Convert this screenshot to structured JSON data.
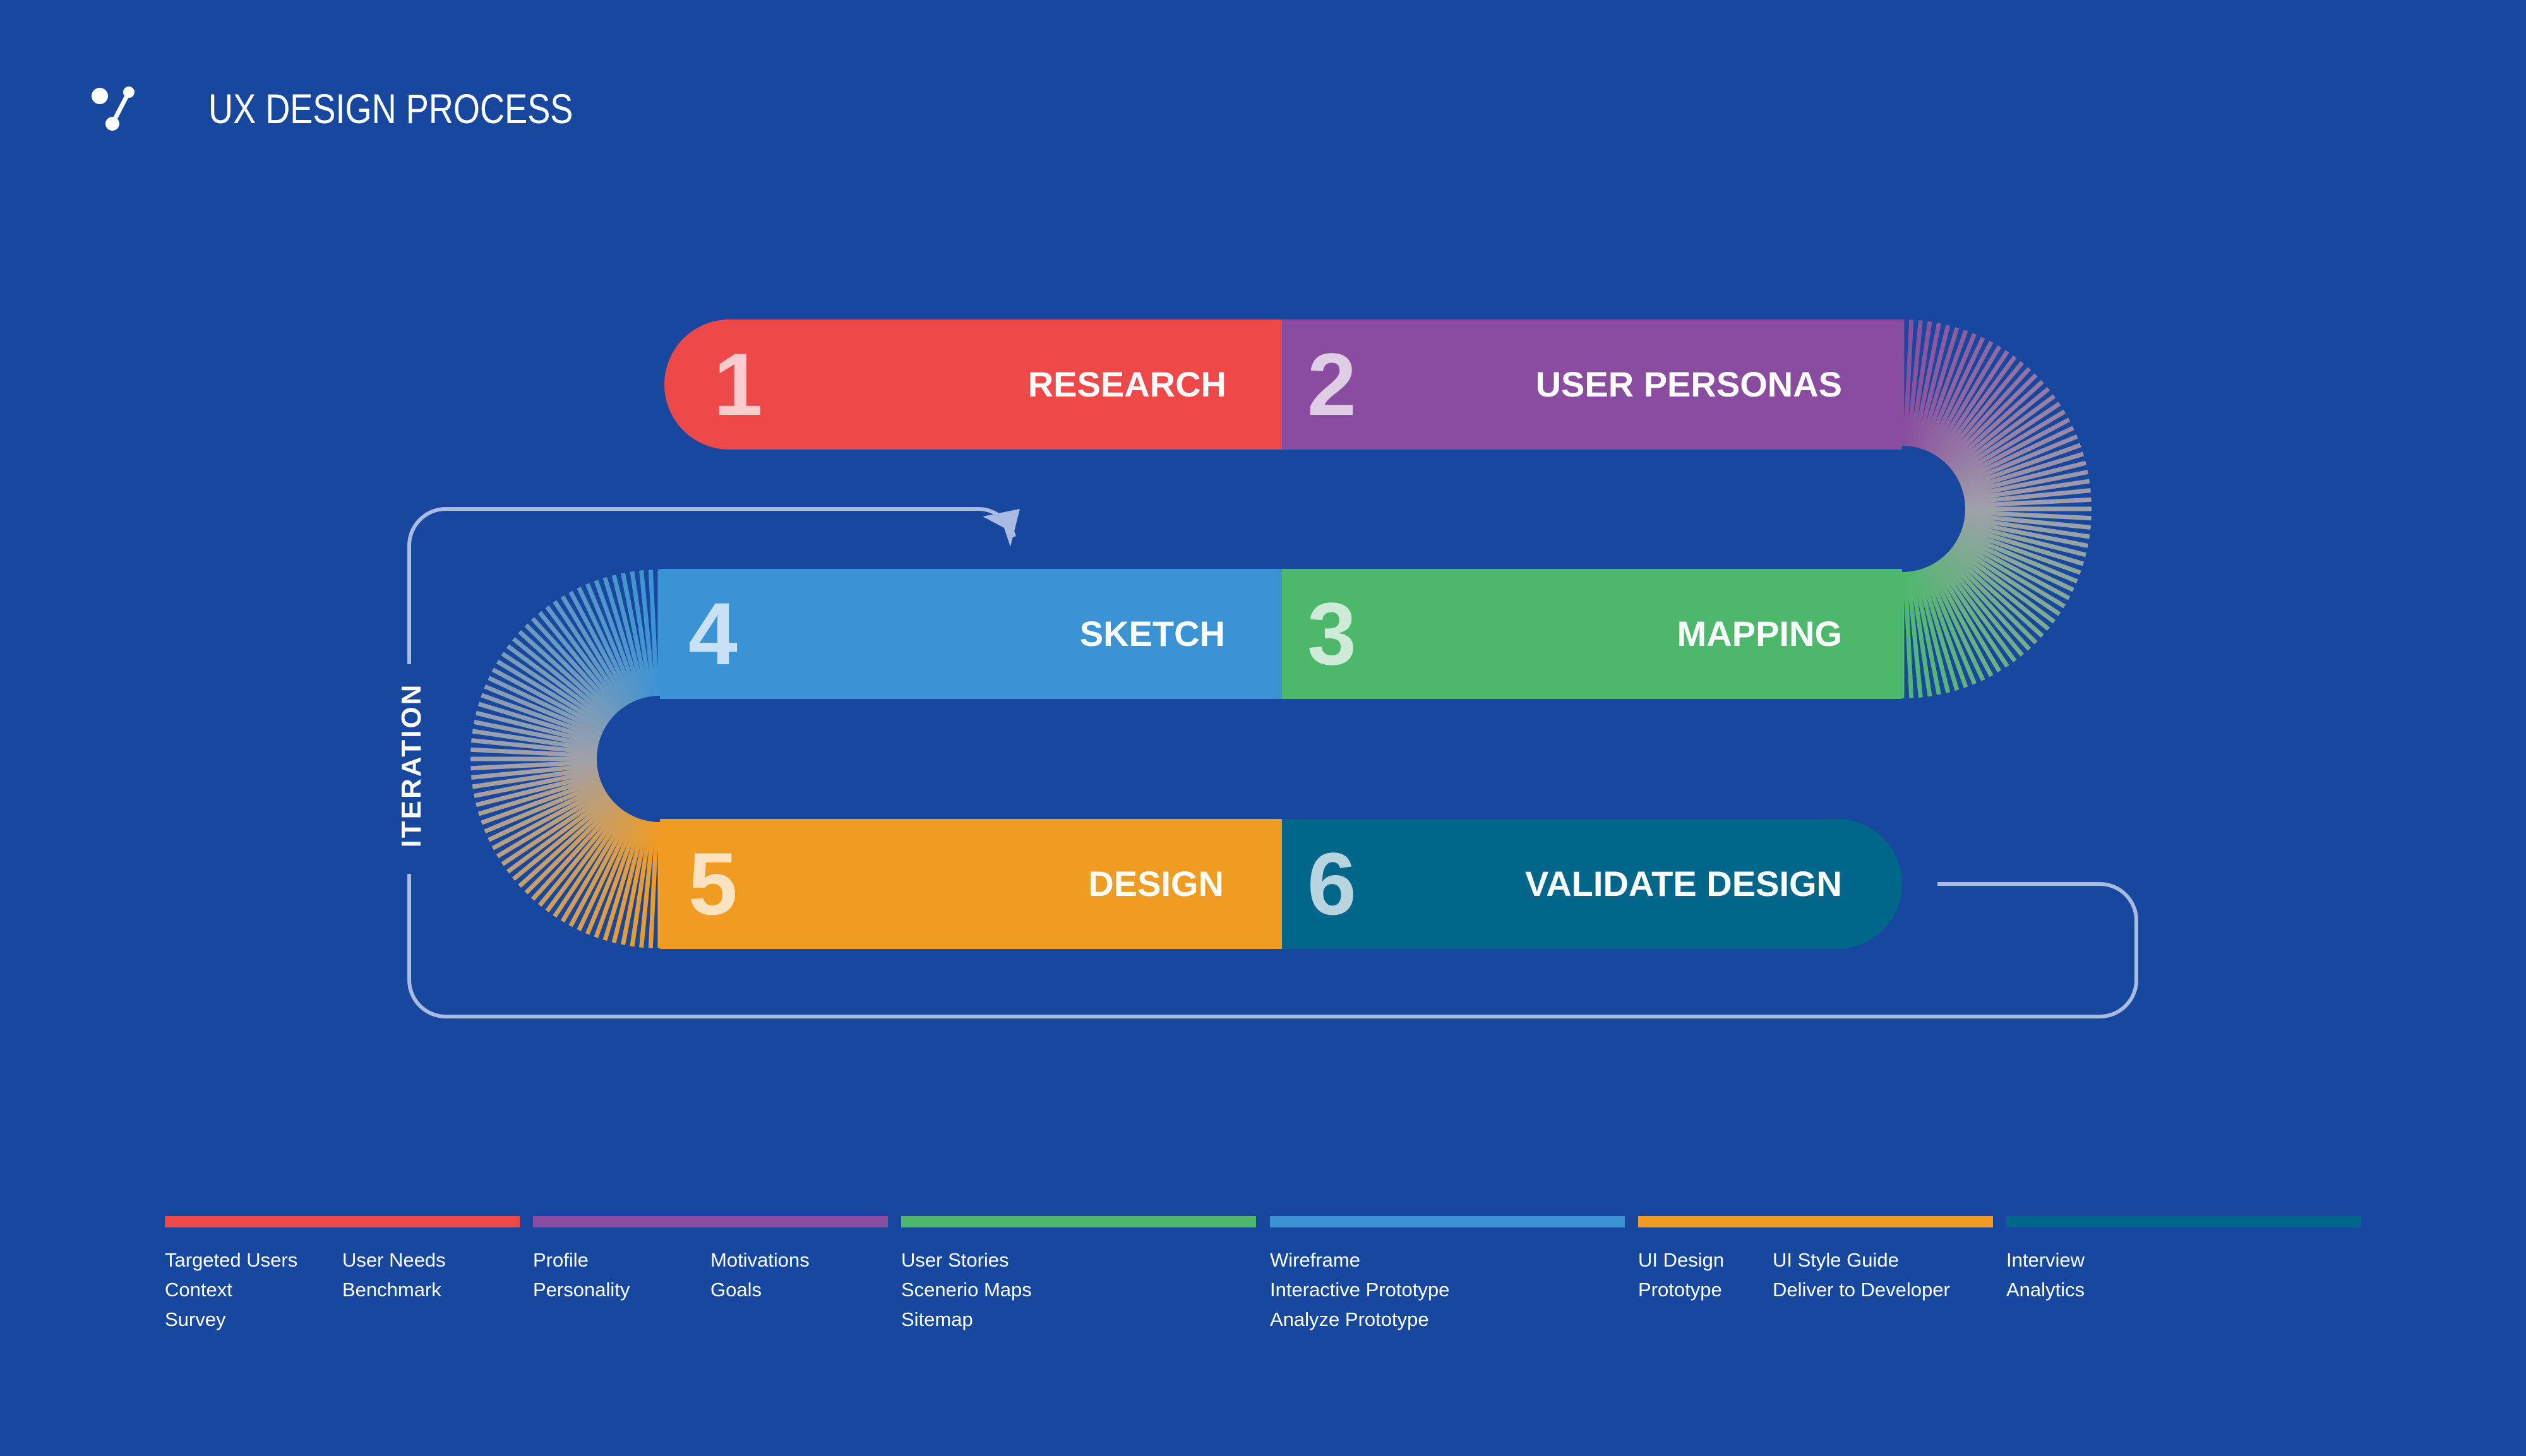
{
  "header": {
    "title": "UX DESIGN PROCESS",
    "logo_icon": "branch-node-icon"
  },
  "steps": [
    {
      "number": "1",
      "label": "RESEARCH",
      "color": "#ef4848"
    },
    {
      "number": "2",
      "label": "USER PERSONAS",
      "color": "#894c9e"
    },
    {
      "number": "3",
      "label": "MAPPING",
      "color": "#4db86c"
    },
    {
      "number": "4",
      "label": "SKETCH",
      "color": "#3a93d4"
    },
    {
      "number": "5",
      "label": "DESIGN",
      "color": "#f09b22"
    },
    {
      "number": "6",
      "label": "VALIDATE DESIGN",
      "color": "#00668a"
    }
  ],
  "iteration": {
    "label": "ITERATION",
    "loop_color": "#a9bbe0"
  },
  "legend": {
    "colors": [
      "#ef4848",
      "#894c9e",
      "#4db86c",
      "#3a93d4",
      "#f09b22",
      "#00668a"
    ],
    "columns": [
      {
        "items": [
          "Targeted Users",
          "Context",
          "Survey"
        ]
      },
      {
        "items": [
          "User Needs",
          "Benchmark"
        ]
      },
      {
        "items": [
          "Profile",
          "Personality"
        ]
      },
      {
        "items": [
          "Motivations",
          "Goals"
        ]
      },
      {
        "items": [
          "User Stories",
          "Scenerio Maps",
          "Sitemap"
        ]
      },
      {
        "items": [
          "Wireframe",
          "Interactive Prototype",
          "Analyze Prototype"
        ]
      },
      {
        "items": [
          "UI Design",
          "Prototype"
        ]
      },
      {
        "items": [
          "UI Style Guide",
          "Deliver to Developer"
        ]
      },
      {
        "items": [
          "Interview",
          "Analytics"
        ]
      }
    ]
  }
}
